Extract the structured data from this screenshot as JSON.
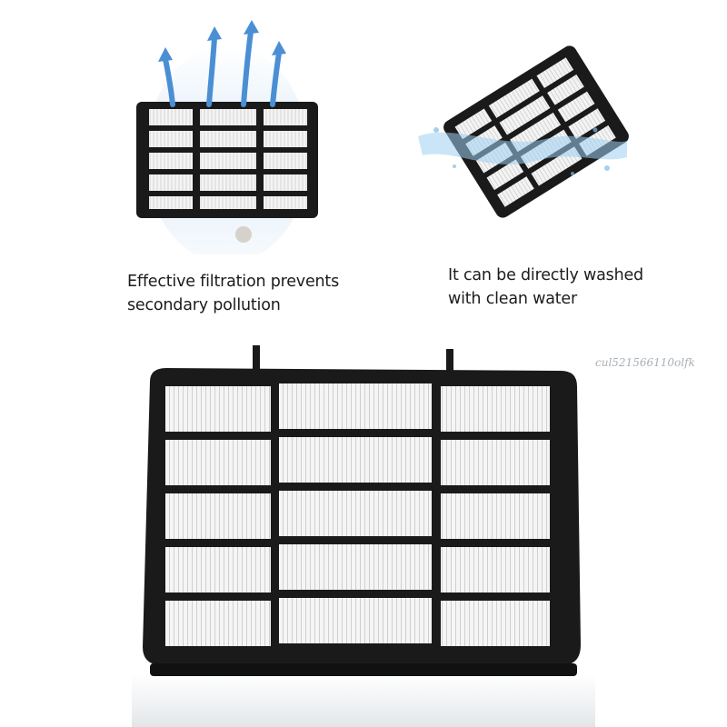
{
  "captions": {
    "filtration": {
      "line1": "Effective filtration prevents",
      "line2": "secondary pollution"
    },
    "washable": {
      "line1": "It can be directly washed",
      "line2": "with clean water"
    }
  },
  "watermark": "cul521566110olfk",
  "colors": {
    "frame": "#1a1a1a",
    "filter_media": "#f4f4f4",
    "pleat_lines": "#cfcfcf",
    "airflow_arrows": "#4a8fd4",
    "water": "#9fd0f0",
    "background": "#ffffff"
  }
}
